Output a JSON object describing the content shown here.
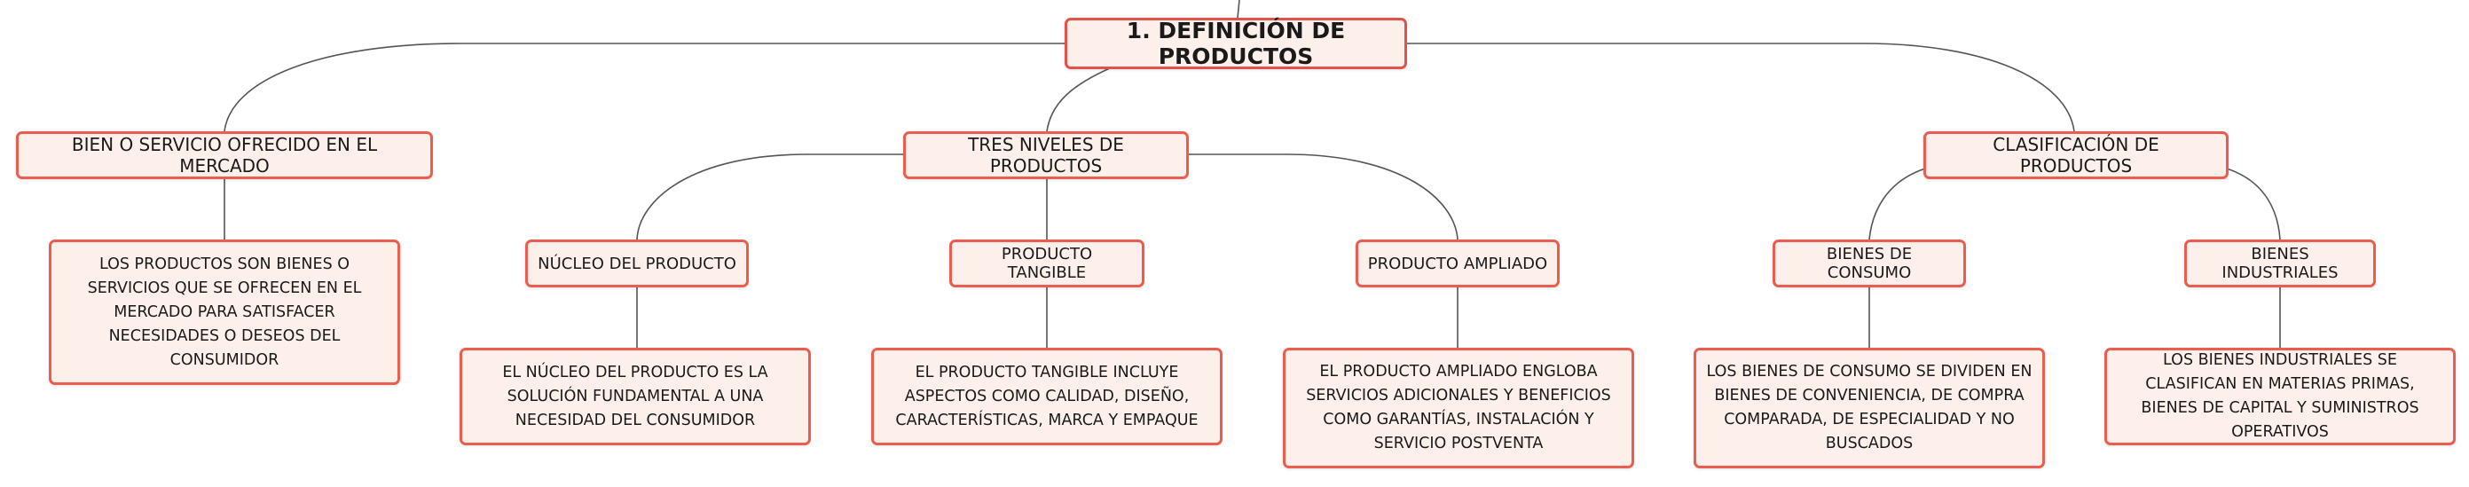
{
  "colors": {
    "border": "#ea5d4f",
    "fill": "#fdf0eb",
    "connector": "#555555",
    "text": "#1a1a1a"
  },
  "diagram": {
    "root": {
      "label": "1. DEFINICIÓN DE PRODUCTOS"
    },
    "branch_bien": {
      "label": "BIEN O SERVICIO OFRECIDO EN EL MERCADO",
      "desc": "LOS PRODUCTOS SON BIENES O SERVICIOS QUE SE OFRECEN EN EL MERCADO PARA SATISFACER NECESIDADES O DESEOS DEL CONSUMIDOR"
    },
    "branch_niveles": {
      "label": "TRES NIVELES DE PRODUCTOS",
      "nucleo": {
        "label": "NÚCLEO DEL PRODUCTO",
        "desc": "EL NÚCLEO DEL PRODUCTO ES LA SOLUCIÓN FUNDAMENTAL A UNA NECESIDAD DEL CONSUMIDOR"
      },
      "tangible": {
        "label": "PRODUCTO TANGIBLE",
        "desc": "EL PRODUCTO TANGIBLE INCLUYE ASPECTOS COMO CALIDAD, DISEÑO, CARACTERÍSTICAS, MARCA Y EMPAQUE"
      },
      "ampliado": {
        "label": "PRODUCTO AMPLIADO",
        "desc": "EL PRODUCTO AMPLIADO ENGLOBA SERVICIOS ADICIONALES Y BENEFICIOS COMO GARANTÍAS, INSTALACIÓN Y SERVICIO POSTVENTA"
      }
    },
    "branch_clasificacion": {
      "label": "CLASIFICACIÓN DE PRODUCTOS",
      "consumo": {
        "label": "BIENES DE CONSUMO",
        "desc": "LOS BIENES DE CONSUMO SE DIVIDEN EN BIENES DE CONVENIENCIA, DE COMPRA COMPARADA, DE ESPECIALIDAD Y NO BUSCADOS"
      },
      "industriales": {
        "label": "BIENES INDUSTRIALES",
        "desc": "LOS BIENES INDUSTRIALES SE CLASIFICAN EN MATERIAS PRIMAS, BIENES DE CAPITAL Y SUMINISTROS OPERATIVOS"
      }
    }
  }
}
